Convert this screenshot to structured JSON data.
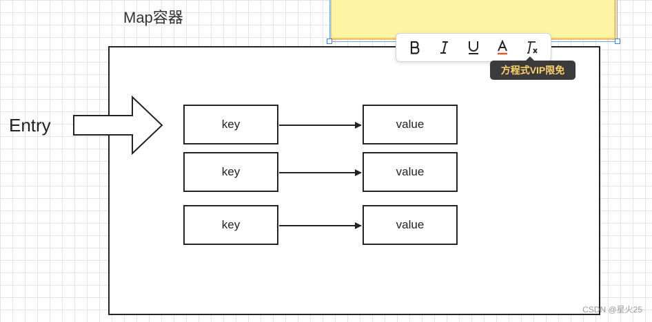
{
  "title": "Map容器",
  "entry_label": "Entry",
  "rows": [
    {
      "key": "key",
      "value": "value"
    },
    {
      "key": "key",
      "value": "value"
    },
    {
      "key": "key",
      "value": "value"
    }
  ],
  "toolbar": {
    "buttons": [
      {
        "name": "bold-button",
        "icon": "bold-icon"
      },
      {
        "name": "italic-button",
        "icon": "italic-icon"
      },
      {
        "name": "underline-button",
        "icon": "underline-icon"
      },
      {
        "name": "font-color-button",
        "icon": "font-color-icon",
        "accent": "#e8572a"
      },
      {
        "name": "clear-format-button",
        "icon": "clear-format-icon"
      }
    ]
  },
  "tooltip": "方程式VIP限免",
  "watermark": "CSDN @星火25",
  "colors": {
    "sticky_fill": "#fff4a3",
    "sticky_border": "#f2c572",
    "selection": "#3c83d8",
    "tooltip_bg": "#3b3b3b",
    "tooltip_text": "#ffd26a"
  }
}
